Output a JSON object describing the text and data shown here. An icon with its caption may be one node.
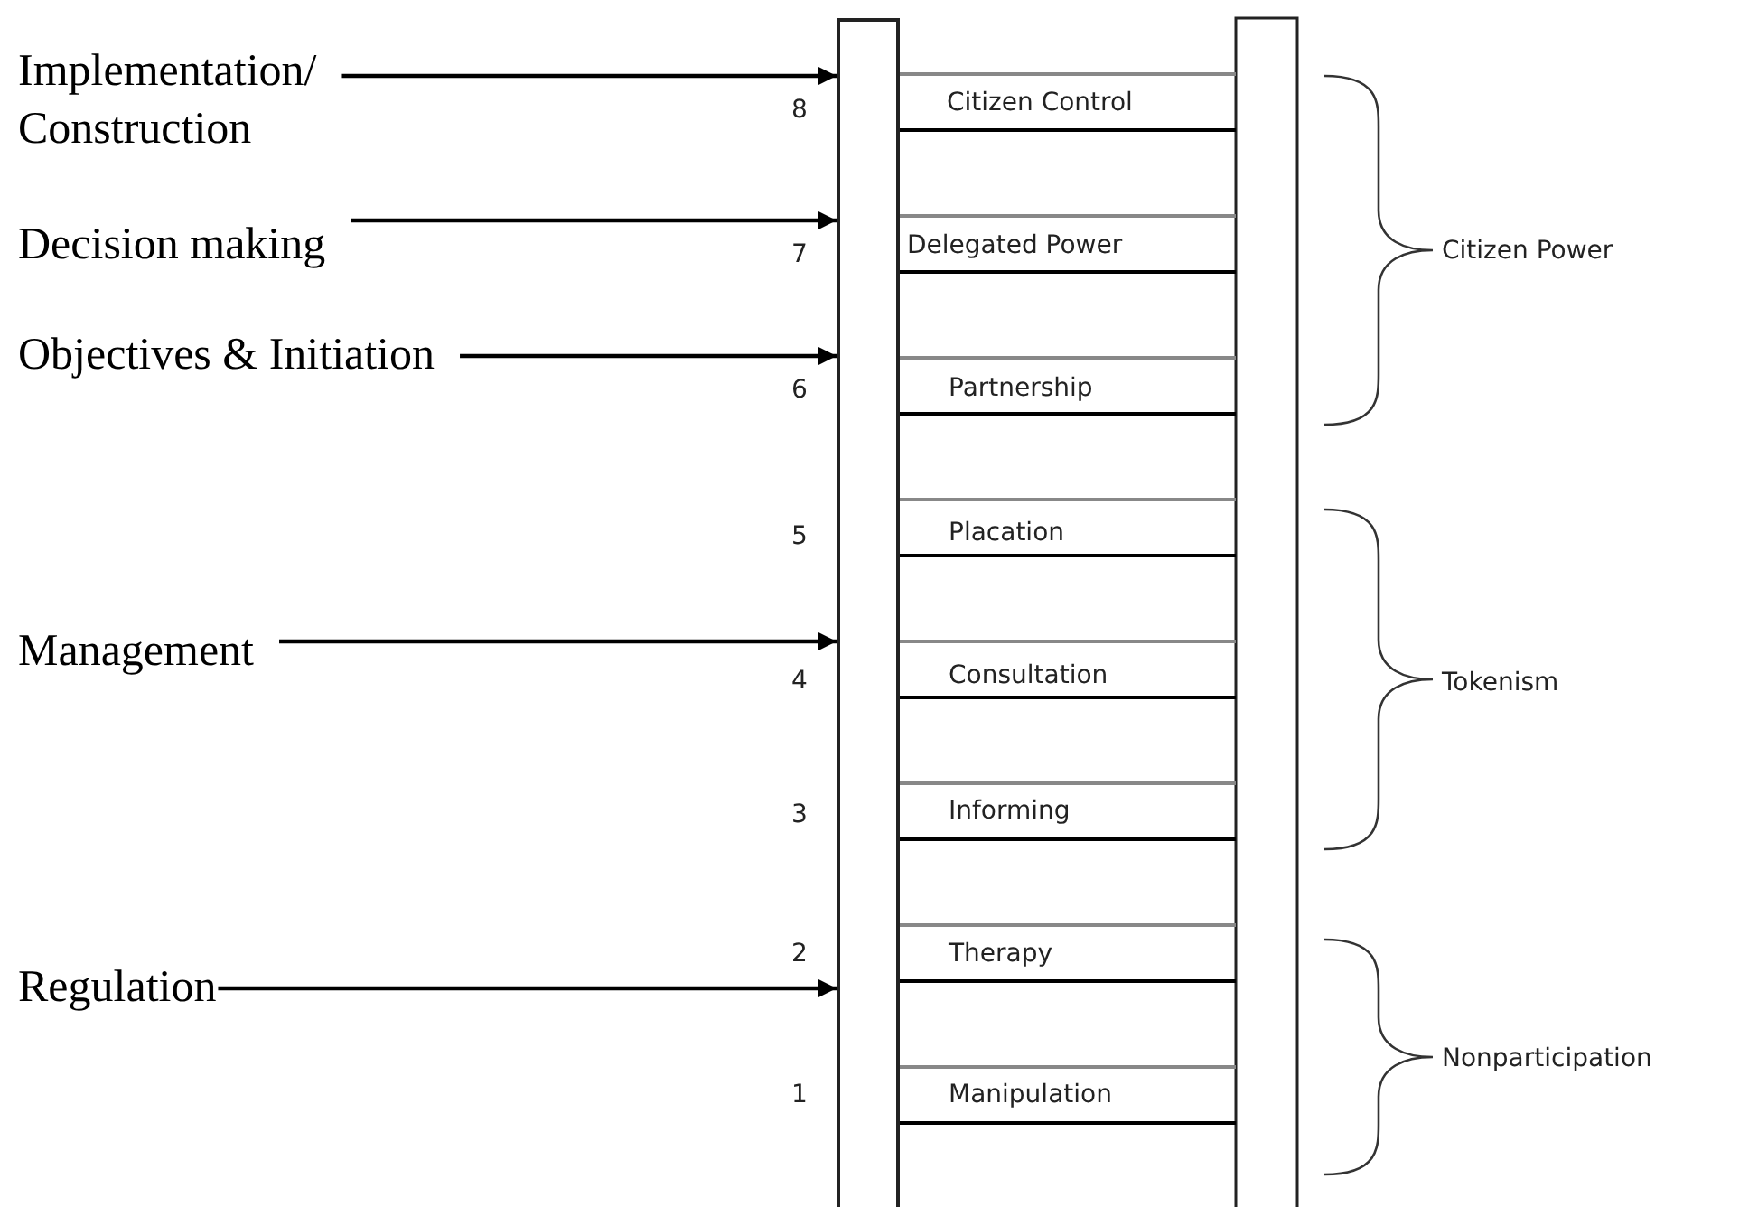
{
  "diagram": {
    "nodes": [
      {
        "text": [
          "Implementation/ Construction"
        ]
      },
      {
        "text": [
          "Decision making"
        ]
      },
      {
        "text": [
          "Objectives & Initiation"
        ]
      },
      {
        "text": [
          "Management"
        ]
      },
      {
        "text": [
          "Regulation"
        ]
      },
      {
        "text": [],
        "shape": "bar"
      }
    ],
    "edges": [
      {
        "from": 0,
        "to": 5,
        "arrow": "to"
      },
      {
        "from": 1,
        "to": 5,
        "arrow": "to"
      },
      {
        "from": 2,
        "to": 5,
        "arrow": "to"
      },
      {
        "from": 3,
        "to": 5,
        "arrow": "to"
      },
      {
        "from": 4,
        "to": 5,
        "arrow": "to"
      }
    ],
    "labels": [
      "8",
      "Citizen Control",
      "7",
      "Delegated Power",
      "Citizen Power",
      "6",
      "Partnership",
      "5",
      "Placation",
      "4",
      "Consultation",
      "Tokenism",
      "3",
      "Informing",
      "2",
      "Therapy",
      "Nonparticipation",
      "1",
      "Manipulation"
    ]
  }
}
